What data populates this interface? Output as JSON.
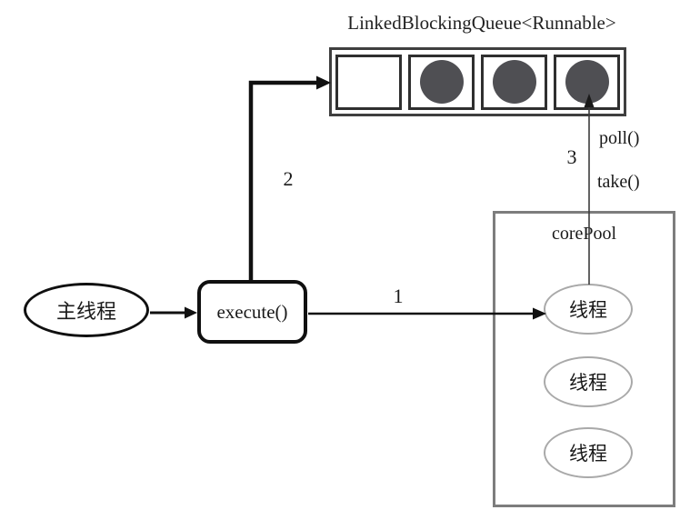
{
  "diagram": {
    "title": "LinkedBlockingQueue<Runnable>",
    "queue": {
      "cells": [
        {
          "filled": false
        },
        {
          "filled": true
        },
        {
          "filled": true
        },
        {
          "filled": true
        }
      ]
    },
    "main_thread_label": "主线程",
    "execute_label": "execute()",
    "core_pool": {
      "label": "corePool",
      "threads": [
        {
          "label": "线程"
        },
        {
          "label": "线程"
        },
        {
          "label": "线程"
        }
      ]
    },
    "labels": {
      "step1": "1",
      "step2": "2",
      "step3": "3",
      "poll": "poll()",
      "take": "take()"
    },
    "colors": {
      "task_dot": "#4f4f53",
      "queue_border": "#3f3f3f",
      "cell_border": "#2f2f2f",
      "pool_border": "#7d7d7d",
      "thread_ellipse_border": "#a9a9a9",
      "arrow": "#101010",
      "poll_take_arrow": "#3c3c3c"
    }
  }
}
